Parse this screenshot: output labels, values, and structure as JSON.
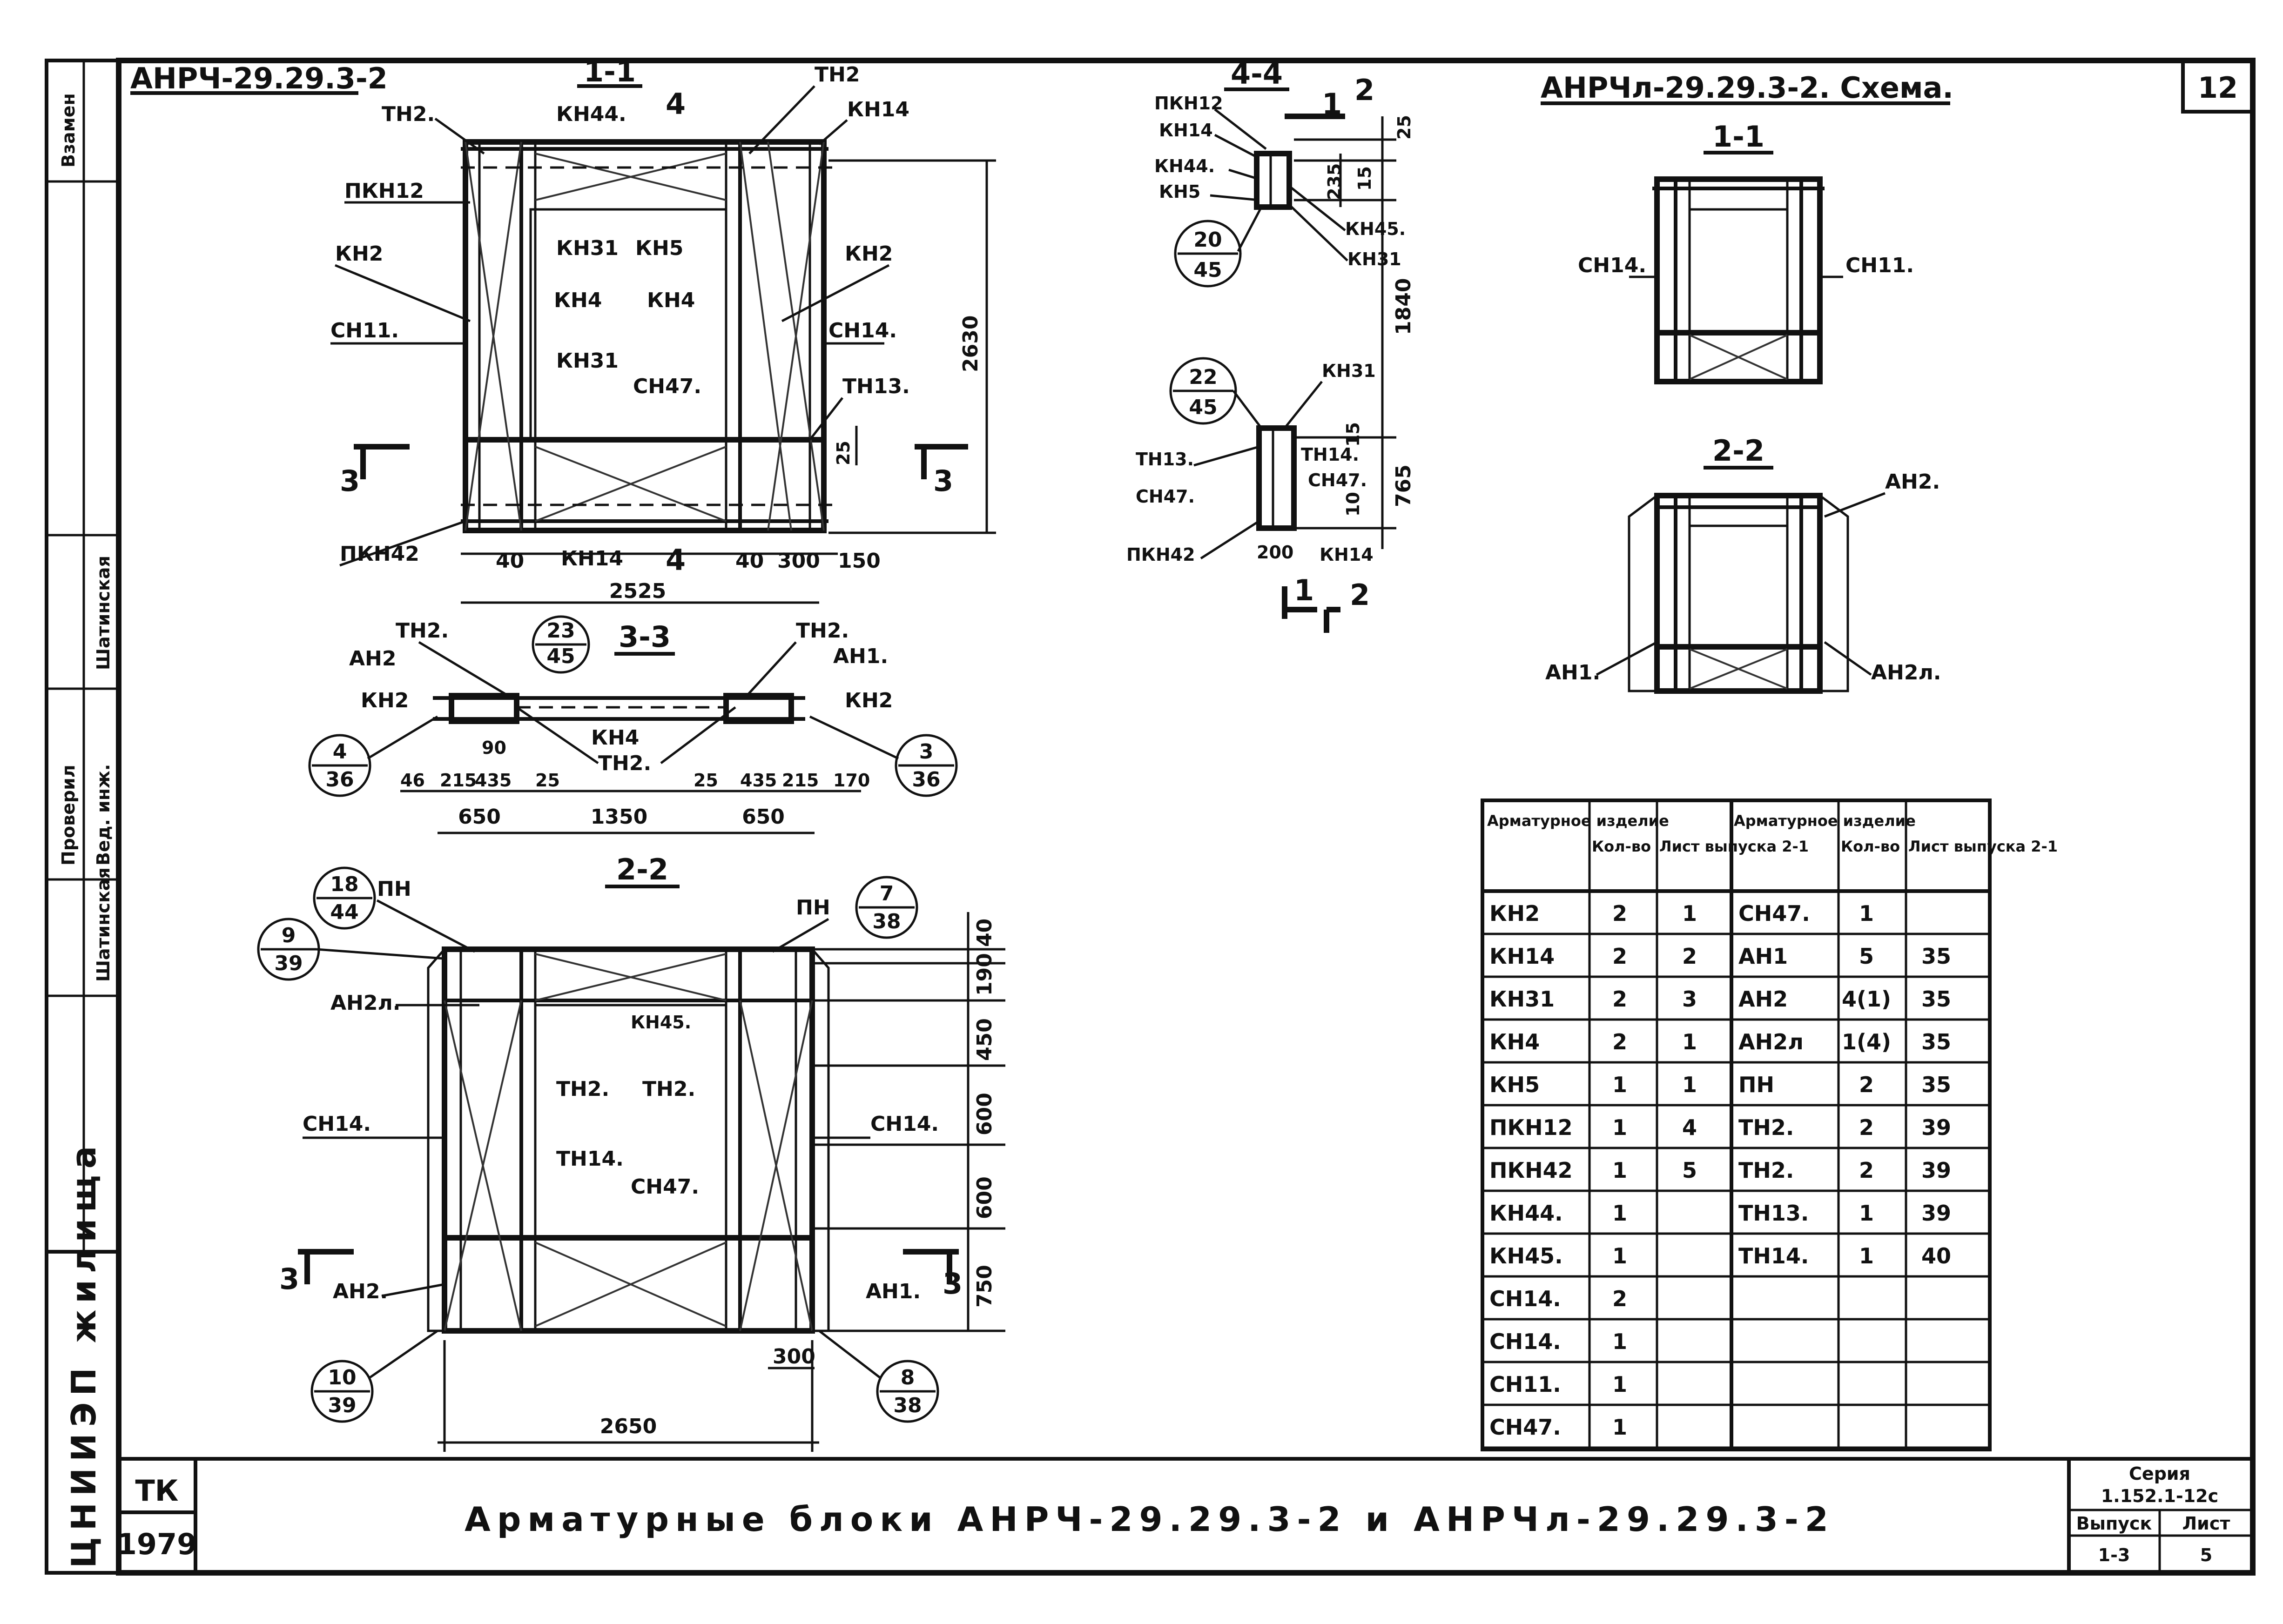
{
  "sheet_number": "12",
  "title_block": {
    "caption": "Арматурные блоки АНРЧ-29.29.3-2 и АНРЧл-29.29.3-2",
    "org": "ЦНИИЭП жилища",
    "tk": "ТК",
    "year": "1979",
    "series_label": "Серия",
    "series_value": "1.152.1-12с",
    "issue_label": "Выпуск",
    "issue_value": "1-3",
    "sheet_label": "Лист",
    "sheet_value": "5"
  },
  "side_stamp": {
    "vzamen": "Взамен",
    "proveril": "Проверил",
    "ved_inzh": "Вед. инж.",
    "name1": "Шатинская",
    "name2": "Шатинская"
  },
  "left_title": "АНРЧ-29.29.3-2",
  "right_title": "АНРЧл-29.29.3-2. Схема.",
  "section_labels": {
    "s11": "1-1",
    "s44": "4-4",
    "s33": "3-3",
    "s22": "2-2",
    "r11": "1-1",
    "r22": "2-2"
  },
  "labels_11": {
    "tn2a": "ТН2.",
    "kn44": "КН44.",
    "tn2b": "ТН2",
    "kn14a": "КН14",
    "pkn12": "ПКН12",
    "kn2a": "КН2",
    "kn31a": "КН31",
    "kn5": "КН5",
    "kn2b": "КН2",
    "sn11": "СН11.",
    "kn4a": "КН4",
    "kn4b": "КН4",
    "sn14": "СН14.",
    "kn31b": "КН31",
    "sn47": "СН47.",
    "tn13": "ТН13.",
    "pkn42": "ПКН42",
    "kn14b": "КН14",
    "cut3a": "3",
    "cut3b": "3",
    "cut4": "4",
    "cut4b": "4"
  },
  "dims_11": {
    "h2630": "2630",
    "d25": "25",
    "d40a": "40",
    "d40b": "40",
    "d300": "300",
    "d150": "150",
    "d2525": "2525"
  },
  "labels_44": {
    "pkn12": "ПКН12",
    "kn14": "КН14",
    "kn44": "КН44.",
    "kn5": "КН5",
    "kn45": "КН45.",
    "kn31a": "КН31",
    "kn31b": "КН31",
    "tn13": "ТН13.",
    "sn47a": "СН47.",
    "tn14": "ТН14.",
    "sn47b": "СН47.",
    "pkn42": "ПКН42",
    "kn14b": "КН14",
    "cut1": "1",
    "cut2": "2",
    "cut1b": "1",
    "cut2b": "2",
    "c1t": "20",
    "c1b": "45",
    "c2t": "22",
    "c2b": "45"
  },
  "dims_44": {
    "d25": "25",
    "d235": "235",
    "d15a": "15",
    "d1840": "1840",
    "d15b": "15",
    "d10": "10",
    "d765": "765",
    "d200": "200"
  },
  "labels_33": {
    "tn2a": "ТН2.",
    "tn2b": "ТН2.",
    "an2": "АН2",
    "an1": "АН1.",
    "kn2a": "КН2",
    "kn2b": "КН2",
    "kn4": "КН4",
    "tn2c": "ТН2.",
    "c1t": "23",
    "c1b": "45",
    "c2t": "4",
    "c2b": "36",
    "c3t": "3",
    "c3b": "36"
  },
  "dims_33": {
    "d46": "46",
    "d215a": "215",
    "d90": "90",
    "d435a": "435",
    "d25a": "25",
    "d25b": "25",
    "d435b": "435",
    "d215b": "215",
    "d170": "170",
    "d650a": "650",
    "d1350": "1350",
    "d650b": "650"
  },
  "labels_22": {
    "pn1": "ПН",
    "pn2": "ПН",
    "an2l": "АН2л.",
    "kn45": "КН45.",
    "tn2a": "ТН2.",
    "tn2b": "ТН2.",
    "sn14a": "СН14.",
    "sn14b": "СН14.",
    "tn14": "ТН14.",
    "sn47": "СН47.",
    "an2": "АН2.",
    "an1": "АН1.",
    "cut3a": "3",
    "cut3b": "3",
    "c1t": "18",
    "c1b": "44",
    "c2t": "9",
    "c2b": "39",
    "c3t": "7",
    "c3b": "38",
    "c4t": "10",
    "c4b": "39",
    "c5t": "8",
    "c5b": "38"
  },
  "dims_22": {
    "d40": "40",
    "d190": "190",
    "d450": "450",
    "d600a": "600",
    "d600b": "600",
    "d750": "750",
    "d300": "300",
    "d2650": "2650"
  },
  "labels_right": {
    "sn14": "СН14.",
    "sn11": "СН11.",
    "an2": "АН2.",
    "an1": "АН1.",
    "an2l": "АН2л."
  },
  "table": {
    "headers": [
      "Арматурное изделие",
      "Кол-во",
      "Лист выпуска 2-1",
      "Арматурное изделие",
      "Кол-во",
      "Лист выпуска 2-1"
    ],
    "rows": [
      [
        "КН2",
        "2",
        "1",
        "СН47.",
        "1",
        ""
      ],
      [
        "КН14",
        "2",
        "2",
        "АН1",
        "5",
        "35"
      ],
      [
        "КН31",
        "2",
        "3",
        "АН2",
        "4(1)",
        "35"
      ],
      [
        "КН4",
        "2",
        "1",
        "АН2л",
        "1(4)",
        "35"
      ],
      [
        "КН5",
        "1",
        "1",
        "ПН",
        "2",
        "35"
      ],
      [
        "ПКН12",
        "1",
        "4",
        "ТН2.",
        "2",
        "39"
      ],
      [
        "ПКН42",
        "1",
        "5",
        "ТН2.",
        "2",
        "39"
      ],
      [
        "КН44.",
        "1",
        "",
        "ТН13.",
        "1",
        "39"
      ],
      [
        "КН45.",
        "1",
        "",
        "ТН14.",
        "1",
        "40"
      ],
      [
        "СН14.",
        "2",
        "",
        "",
        "",
        ""
      ],
      [
        "СН14.",
        "1",
        "",
        "",
        "",
        ""
      ],
      [
        "СН11.",
        "1",
        "",
        "",
        "",
        ""
      ],
      [
        "СН47.",
        "1",
        "",
        "",
        "",
        ""
      ]
    ]
  }
}
